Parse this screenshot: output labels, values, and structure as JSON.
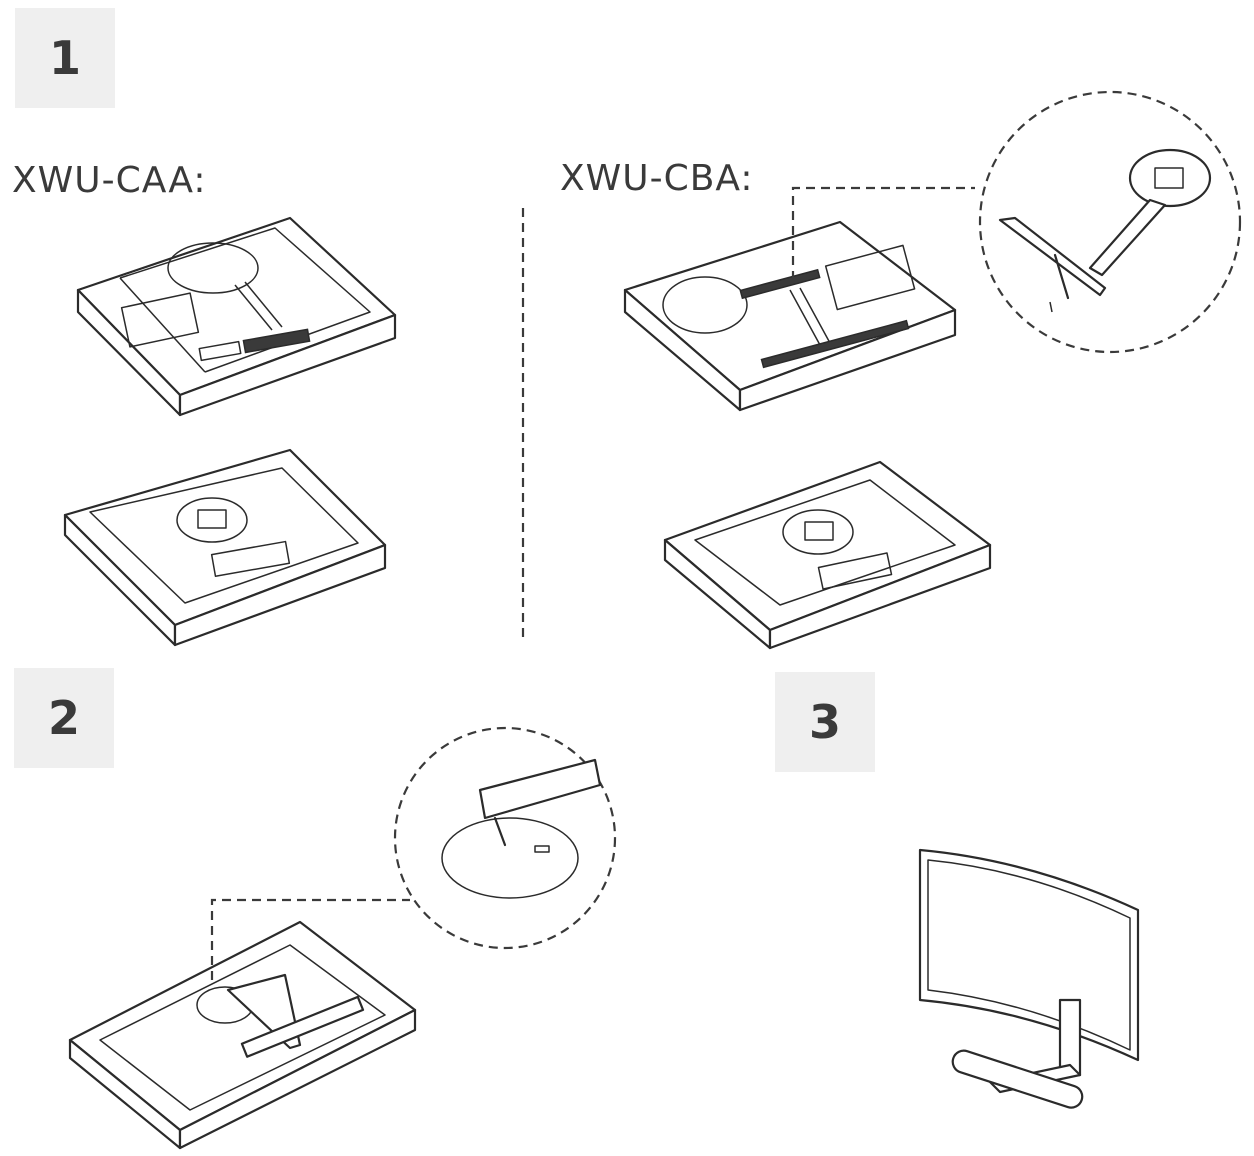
{
  "steps": {
    "step1": "1",
    "step2": "2",
    "step3": "3"
  },
  "models": {
    "caa": "XWU-CAA:",
    "cba": "XWU-CBA:"
  },
  "icons": [
    "foam-box-with-stand",
    "foam-box-with-monitor",
    "stand-detail-magnified",
    "stand-attach-magnified",
    "assembled-curved-monitor"
  ]
}
